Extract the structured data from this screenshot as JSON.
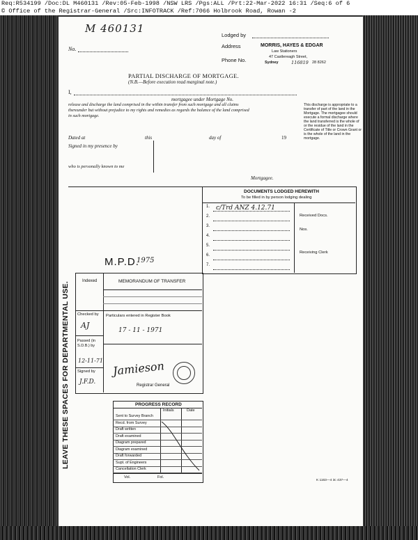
{
  "header": {
    "line1": "Req:R534199 /Doc:DL M460131 /Rev:05-Feb-1998 /NSW LRS /Pgs:ALL /Prt:22-Mar-2022 16:31 /Seq:6 of 6",
    "line2": "© Office of the Registrar-General /Src:INFOTRACK /Ref:7066 Holbrook Road, Rowan -2"
  },
  "document": {
    "number": "M 460131",
    "no_label": "No.",
    "lodged_by_label": "Lodged by",
    "address_label": "Address",
    "phone_label": "Phone No.",
    "lodger_name": "MORRIS, HAYES & EDGAR",
    "lodger_line2": "Law Stationers",
    "lodger_line3": "47 Castlereagh Street,",
    "lodger_line4": "Sydney",
    "lodger_phone": "116819",
    "lodger_code": "28 8262",
    "title": "PARTIAL DISCHARGE OF MORTGAGE.",
    "subtitle": "(N.B.—Before execution read marginal note.)",
    "i_label": "I,",
    "mortgagee_under": "mortgagee under Mortgage No.",
    "body1": "release and discharge the land comprised in the within transfer from such mortgage and all claims",
    "body2": "thereunder but without prejudice to my rights and remedies as regards the balance of the land comprised",
    "body3": "in such mortgage.",
    "margin_note": "This discharge is appropriate to a transfer of part of the land in the Mortgage. The mortgagee should execute a formal discharge where the land transferred is the whole of or the residue of the land in the Certificate of Title or Crown Grant or is the whole of the land in the mortgage.",
    "dated_at": "Dated at",
    "this_label": "this",
    "day_of": "day of",
    "year_prefix": "19",
    "signed_presence": "Signed in my presence by",
    "known_to_me": "who is personally known to me",
    "mortgagee_label": "Mortgagee."
  },
  "documents_lodged": {
    "title": "DOCUMENTS LODGED HEREWITH",
    "subtitle": "To be filled in by person lodging dealing",
    "rows": [
      "1.",
      "2.",
      "3.",
      "4.",
      "5.",
      "6.",
      "7."
    ],
    "entry1": "c/Trd ANZ 4.12.71",
    "received_docs": "Received Docs.",
    "nos": "Nos.",
    "receiving_clerk": "Receiving Clerk"
  },
  "mpd_stamp": "M.P.D.",
  "mpd_hand": "1975",
  "departmental": {
    "vertical_text": "LEAVE THESE SPACES FOR DEPARTMENTAL USE.",
    "indexed": "Indexed",
    "memorandum": "MEMORANDUM OF TRANSFER",
    "checked_by": "Checked by",
    "checked_initials": "AJ",
    "particulars": "Particulars entered in Register Book",
    "register_date": "17 - 11 - 1971",
    "passed_in": "Passed (in S.D.B.) by",
    "passed_date": "12-11-71",
    "signed_by": "Signed by",
    "signed_initials": "J.F.D.",
    "registrar_general": "Registrar General",
    "registrar_signature": "Jamieson"
  },
  "progress": {
    "title": "PROGRESS RECORD",
    "col_initials": "Initials",
    "col_date": "Date",
    "rows": [
      "Sent to Survey Branch",
      "Recd. from Survey",
      "Draft written",
      "Draft examined",
      "Diagram prepared",
      "Diagram examined",
      "Draft forwarded",
      "Supt. of Engineers",
      "Cancellation Clerk"
    ],
    "vol": "Vol.",
    "fol": "Fol."
  },
  "footer_code": "K 1163—4  3c 437—4"
}
